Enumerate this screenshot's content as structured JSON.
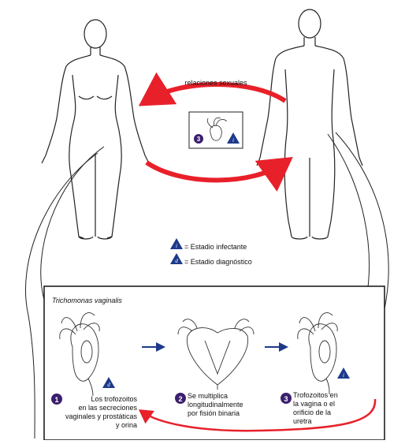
{
  "arrow_label": "relaciones sexuales",
  "legend": {
    "infective": {
      "symbol": "i",
      "label": "= Estadio infectante"
    },
    "diagnostic": {
      "symbol": "d",
      "label": "= Estadio diagnóstico"
    }
  },
  "inset": {
    "title": "Trichomonas vaginalis",
    "steps": [
      {
        "number": "1",
        "lines": [
          "Los trofozoitos",
          "en las secreciones",
          "vaginales y prostáticas",
          "y orina"
        ],
        "stage_symbol": "d"
      },
      {
        "number": "2",
        "lines": [
          "Se multiplica",
          "longitudinalmente",
          "por fisión binaria"
        ]
      },
      {
        "number": "3",
        "lines": [
          "Trofozoitos en",
          "la vagina o el",
          "orificio de la",
          "uretra"
        ],
        "stage_symbol": "i"
      }
    ]
  },
  "center_box": {
    "number": "3",
    "stage_symbol": "i"
  },
  "colors": {
    "transmission_arrow": "#e8202a",
    "step_circle": "#3b1f6e",
    "stage_triangle": "#1d3a8a",
    "flow_arrow": "#1d3a8a"
  }
}
